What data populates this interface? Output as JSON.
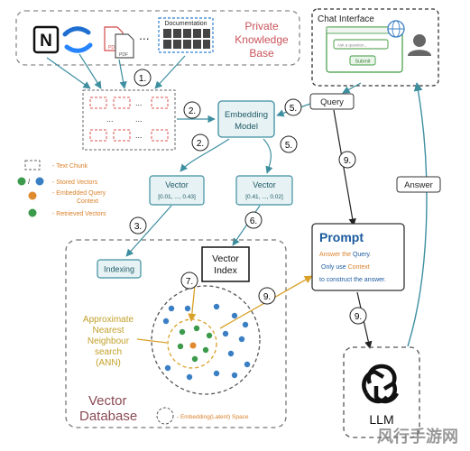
{
  "colors": {
    "teal": "#3d8fa0",
    "teal_fill": "#e7f2f4",
    "red_dashed": "#d9534f",
    "private_text": "#c9545a",
    "blue_dot": "#3a7fc4",
    "green_dot": "#3c9a4c",
    "orange_dot": "#e08a2e",
    "ann_text": "#c2a02a",
    "prompt_blue": "#1a5a9e",
    "prompt_orange": "#d9822b",
    "vector_db_text": "#8a4a55",
    "chat_green": "#3f9a3f"
  },
  "sources": {
    "notion_icon": "notion-icon",
    "confluence_icon": "confluence-icon",
    "pdf_icon": "pdf-icon",
    "ellipsis": "...",
    "documentation_label": "Documentation",
    "pdf_labels": [
      "PDF",
      "PDF"
    ]
  },
  "private_kb": {
    "line1": "Private",
    "line2": "Knowledge",
    "line3": "Base"
  },
  "chunks": {
    "ellipsis": [
      "...",
      "...",
      "...",
      "..."
    ]
  },
  "embedding": {
    "line1": "Embedding",
    "line2": "Model"
  },
  "chat": {
    "title": "Chat Interface",
    "input_placeholder": "Ask a question...",
    "submit_label": "Submit"
  },
  "query": {
    "label": "Query"
  },
  "steps": {
    "s1": "1.",
    "s2a": "2.",
    "s2b": "2.",
    "s3": "3.",
    "s5a": "5.",
    "s5b": "5.",
    "s6": "6.",
    "s7": "7.",
    "s9a": "9.",
    "s9b": "9.",
    "s9c": "9."
  },
  "vector_left": {
    "title": "Vector",
    "values": "[0.01, ..., 0.43]"
  },
  "vector_right": {
    "title": "Vector",
    "values": "[0.41, ..., 0.02]"
  },
  "legend": {
    "text_chunk": "- Text Chunk",
    "stored_vectors": "- Stored Vectors",
    "embedded_query_1": "- Embedded Query",
    "embedded_query_2": "Context",
    "retrieved_vectors": "- Retrieved Vectors"
  },
  "legend_slash": "/",
  "indexing": {
    "label": "Indexing"
  },
  "vector_index": {
    "line1": "Vector",
    "line2": "Index"
  },
  "ann": {
    "line1": "Approximate",
    "line2": "Nearest",
    "line3": "Neighbour",
    "line4": "search",
    "line5": "(ANN)"
  },
  "vector_db": {
    "line1": "Vector",
    "line2": "Database"
  },
  "embedding_space_label": "- Embedding(Latent) Space",
  "prompt": {
    "title": "Prompt",
    "l1a": "Answer the ",
    "l1b": "Query",
    "l1c": ".",
    "l2a": "Only use ",
    "l2b": "Context",
    "l3": "to construct the answer."
  },
  "answer": {
    "label": "Answer"
  },
  "llm": {
    "label": "LLM",
    "logo": "openai-logo-icon"
  },
  "watermark": "风行手游网"
}
